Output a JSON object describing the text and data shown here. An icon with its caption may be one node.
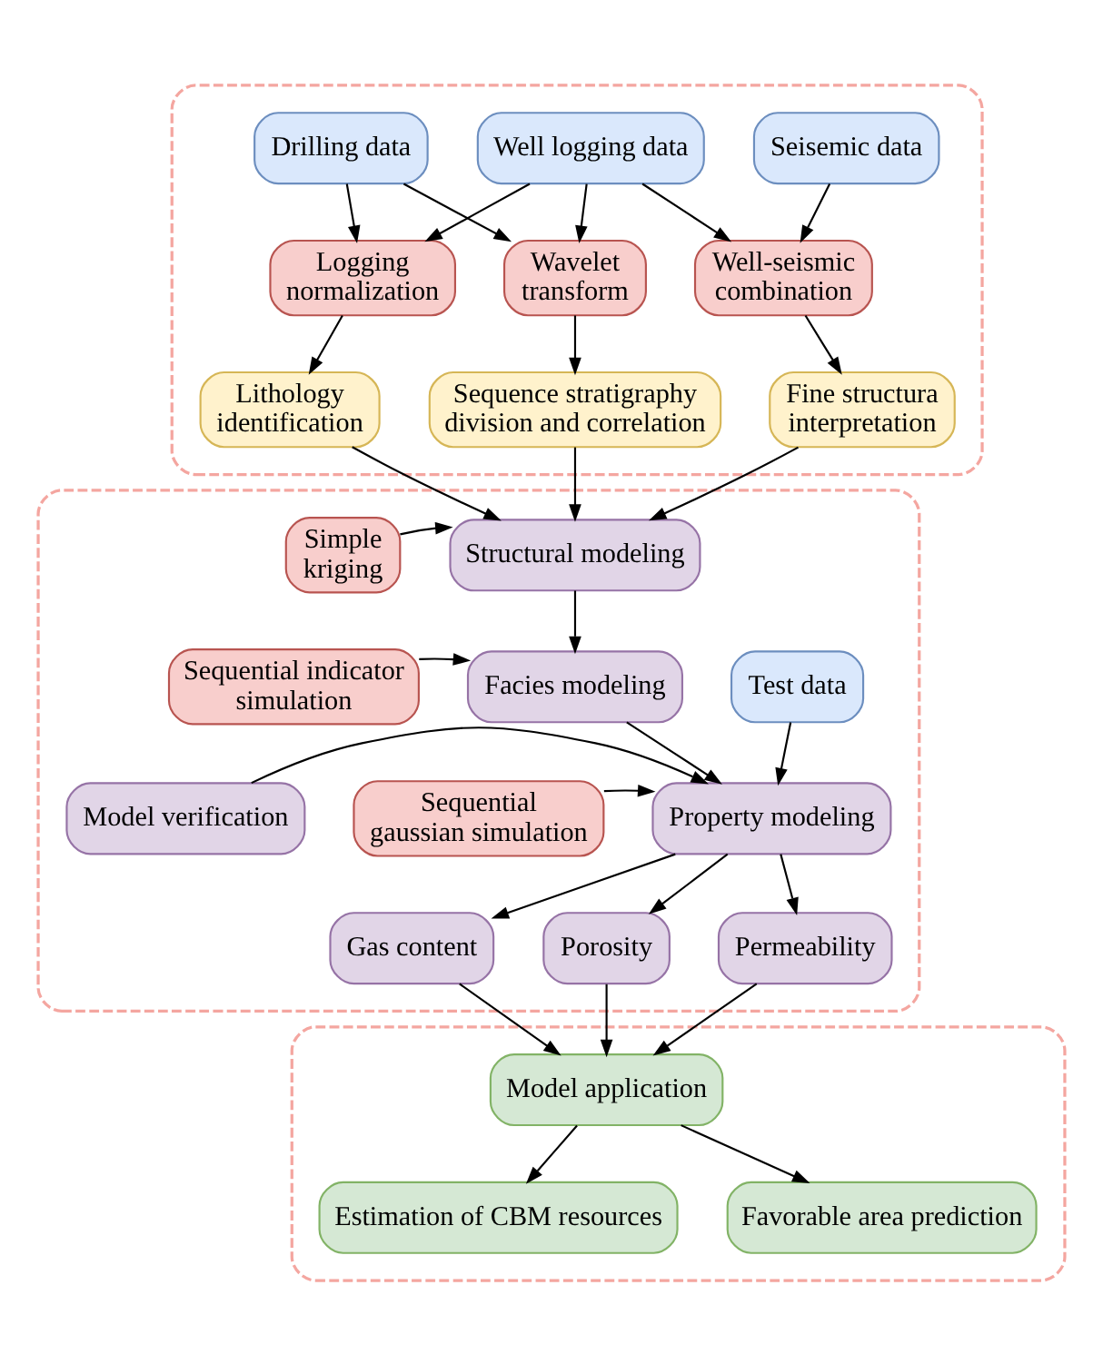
{
  "diagram": {
    "nodes": [
      {
        "text": [],
        "shape": "box"
      },
      {
        "text": [
          "Drilling data"
        ],
        "in": 0
      },
      {
        "text": [
          "Well logging data"
        ],
        "in": 0
      },
      {
        "text": [
          "Seisemic data"
        ],
        "in": 0
      },
      {
        "text": [
          "Logging normalization"
        ],
        "in": 0
      },
      {
        "text": [
          "Wavelet transform"
        ],
        "in": 0
      },
      {
        "text": [
          "Well-seismic combination"
        ],
        "in": 0
      },
      {
        "text": [
          "Lithology identification"
        ],
        "in": 0
      },
      {
        "text": [
          "Sequence stratigraphy division and correlation"
        ],
        "in": 0
      },
      {
        "text": [
          "Fine structura interpretation"
        ],
        "in": 0
      },
      {
        "text": [],
        "shape": "box"
      },
      {
        "text": [
          "Simple kriging"
        ],
        "in": 10
      },
      {
        "text": [
          "Structural modeling"
        ],
        "in": 10
      },
      {
        "text": [
          "Sequential indicator simulation"
        ],
        "in": 10
      },
      {
        "text": [
          "Facies modeling"
        ],
        "in": 10
      },
      {
        "text": [
          "Test data"
        ],
        "in": 10
      },
      {
        "text": [
          "Sequential gaussian simulation"
        ],
        "in": 10
      },
      {
        "text": [
          "Property modeling"
        ],
        "in": 10
      },
      {
        "text": [
          "Model verification"
        ],
        "in": 10
      },
      {
        "text": [
          "Gas content"
        ],
        "in": 10
      },
      {
        "text": [
          "Porosity"
        ],
        "in": 10
      },
      {
        "text": [
          "Permeability"
        ],
        "in": 10
      },
      {
        "text": [],
        "shape": "box"
      },
      {
        "text": [
          "Model application"
        ],
        "in": 22
      },
      {
        "text": [
          "Estimation of CBM resources"
        ],
        "in": 22
      },
      {
        "text": [
          "Favorable area prediction"
        ],
        "in": 22
      }
    ],
    "edges": [
      {
        "from": 1,
        "to": 4,
        "arrow": "to"
      },
      {
        "from": 1,
        "to": 5,
        "arrow": "to"
      },
      {
        "from": 2,
        "to": 4,
        "arrow": "to"
      },
      {
        "from": 2,
        "to": 5,
        "arrow": "to"
      },
      {
        "from": 2,
        "to": 6,
        "arrow": "to"
      },
      {
        "from": 3,
        "to": 6,
        "arrow": "to"
      },
      {
        "from": 4,
        "to": 7,
        "arrow": "to"
      },
      {
        "from": 5,
        "to": 8,
        "arrow": "to"
      },
      {
        "from": 6,
        "to": 9,
        "arrow": "to"
      },
      {
        "from": 7,
        "to": 12,
        "arrow": "to"
      },
      {
        "from": 8,
        "to": 12,
        "arrow": "to"
      },
      {
        "from": 9,
        "to": 12,
        "arrow": "to"
      },
      {
        "from": 11,
        "to": 12,
        "arrow": "to"
      },
      {
        "from": 12,
        "to": 14,
        "arrow": "to"
      },
      {
        "from": 13,
        "to": 14,
        "arrow": "to"
      },
      {
        "from": 14,
        "to": 17,
        "arrow": "to"
      },
      {
        "from": 15,
        "to": 17,
        "arrow": "to"
      },
      {
        "from": 16,
        "to": 17,
        "arrow": "to"
      },
      {
        "from": 18,
        "to": 17,
        "arrow": "to"
      },
      {
        "from": 17,
        "to": 19,
        "arrow": "to"
      },
      {
        "from": 17,
        "to": 20,
        "arrow": "to"
      },
      {
        "from": 17,
        "to": 21,
        "arrow": "to"
      },
      {
        "from": 19,
        "to": 23,
        "arrow": "to"
      },
      {
        "from": 20,
        "to": 23,
        "arrow": "to"
      },
      {
        "from": 21,
        "to": 23,
        "arrow": "to"
      },
      {
        "from": 23,
        "to": 24,
        "arrow": "to"
      },
      {
        "from": 23,
        "to": 25,
        "arrow": "to"
      }
    ]
  }
}
